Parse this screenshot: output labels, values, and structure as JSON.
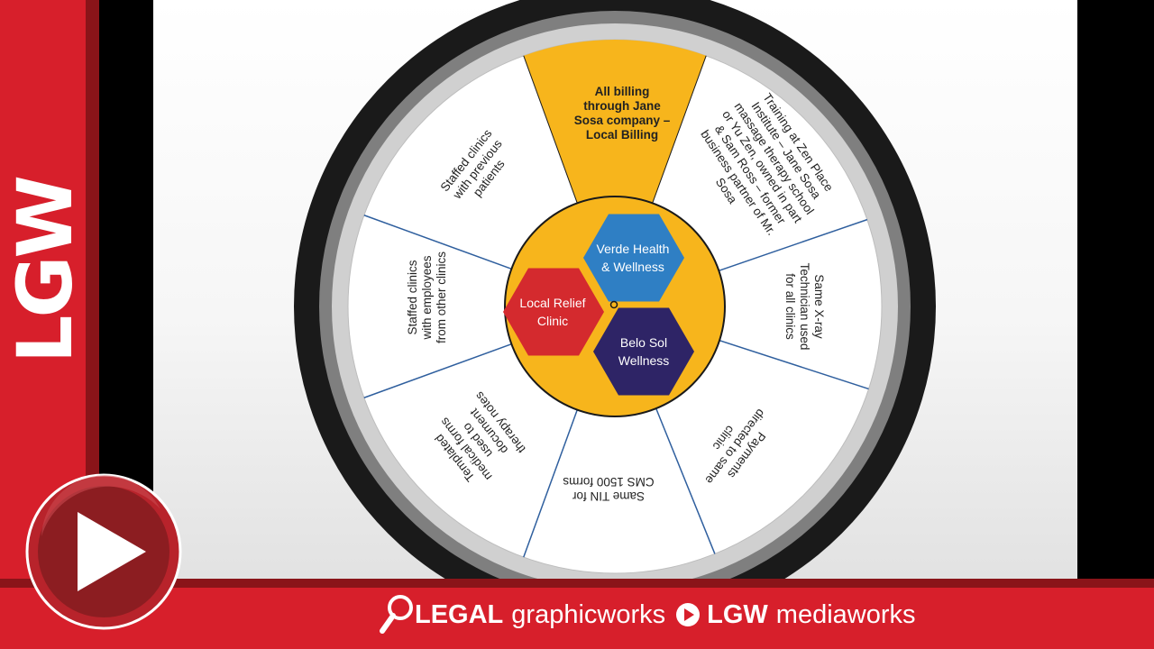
{
  "branding": {
    "side_logo": "LGW",
    "legal": "LEGAL",
    "graphicworks": "graphicworks",
    "lgw": "LGW",
    "mediaworks": "mediaworks"
  },
  "diagram": {
    "hub": [
      {
        "line1": "Verde Health",
        "line2": "& Wellness"
      },
      {
        "line1": "Local Relief",
        "line2": "Clinic"
      },
      {
        "line1": "Belo Sol",
        "line2": "Wellness"
      }
    ],
    "segments": [
      {
        "lines": [
          "All billing",
          "through Jane",
          "Sosa company –",
          "Local Billing"
        ]
      },
      {
        "lines": [
          "Training at Zen Place",
          "Institute – Jane Sosa",
          "massage therapy school",
          "or Yu Zen, owned in part",
          "& Sam Ross – former",
          "business partner of Mr.",
          "Sosa"
        ]
      },
      {
        "lines": [
          "Same X-ray",
          "Technician used",
          "for all clinics"
        ]
      },
      {
        "lines": [
          "Payments",
          "directed to same",
          "clinic"
        ]
      },
      {
        "lines": [
          "Same TIN for",
          "CMS 1500 forms"
        ]
      },
      {
        "lines": [
          "Templated",
          "medical forms",
          "used to",
          "document",
          "therapy notes"
        ]
      },
      {
        "lines": [
          "Staffed clinics",
          "with employees",
          "from other clinics"
        ]
      },
      {
        "lines": [
          "Staffed clinics",
          "with previous",
          "patients"
        ]
      }
    ],
    "colors": {
      "highlight": "#f7b51c",
      "blue": "#2f7fc4",
      "red": "#d42a2e",
      "navy": "#2e2466",
      "ring_dark": "#1a1a1a",
      "ring_gray": "#808080"
    }
  }
}
